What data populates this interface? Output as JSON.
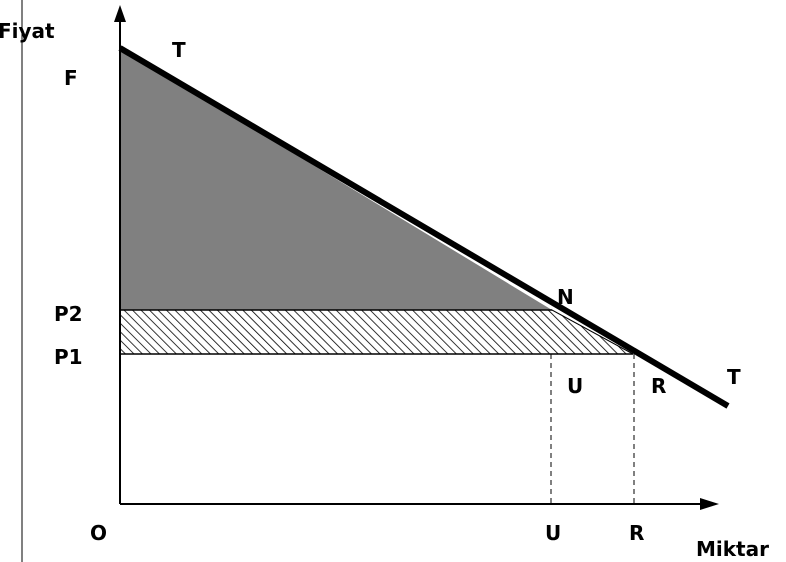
{
  "axes": {
    "y_label": "Fiyat",
    "x_label": "Miktar",
    "origin_label": "O"
  },
  "price_labels": {
    "top": "F",
    "p2": "P2",
    "p1": "P1"
  },
  "curve_labels": {
    "start": "T",
    "end": "T"
  },
  "point_labels": {
    "n": "N",
    "u_region": "U",
    "r_point": "R"
  },
  "x_ticks": {
    "u": "U",
    "r": "R"
  },
  "colors": {
    "surplus_fill": "#808080",
    "hatch": "#000000",
    "line": "#000000",
    "background": "#ffffff"
  }
}
